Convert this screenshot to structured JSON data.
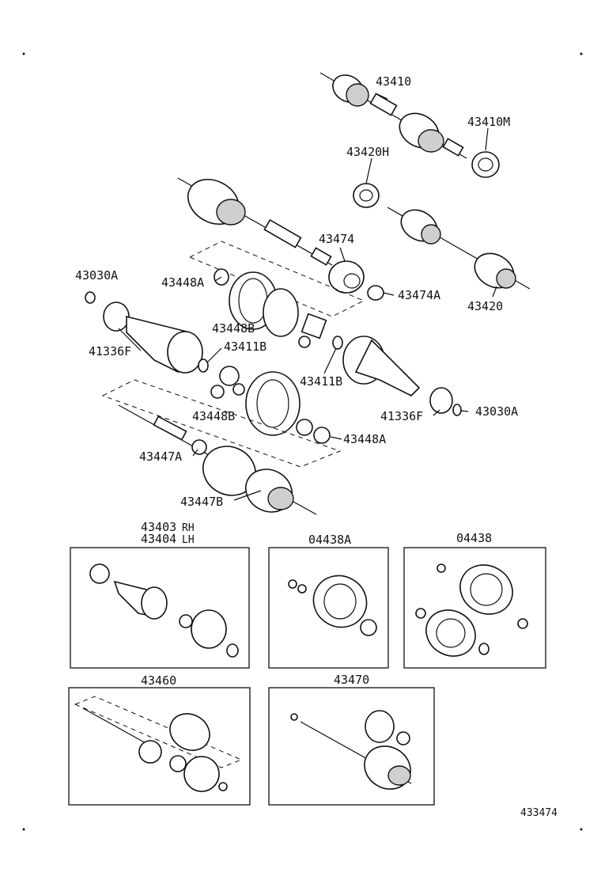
{
  "labels": {
    "l43410": "43410",
    "l43410M": "43410M",
    "l43420H": "43420H",
    "l43474": "43474",
    "l43030A_left": "43030A",
    "l43448A_top": "43448A",
    "l43474A": "43474A",
    "l43420": "43420",
    "l43448B_top": "43448B",
    "l41336F_left": "41336F",
    "l43411B_left": "43411B",
    "l43411B_right": "43411B",
    "l43448B_mid": "43448B",
    "l41336F_right": "41336F",
    "l43030A_right": "43030A",
    "l43448A_mid": "43448A",
    "l43447A": "43447A",
    "l43447B": "43447B",
    "l43403": "43403",
    "l43404": "43404",
    "l43403_side": "RH",
    "l43404_side": "LH",
    "l04438A": "04438A",
    "l04438": "04438",
    "l43460": "43460",
    "l43470": "43470",
    "l433474": "433474"
  }
}
